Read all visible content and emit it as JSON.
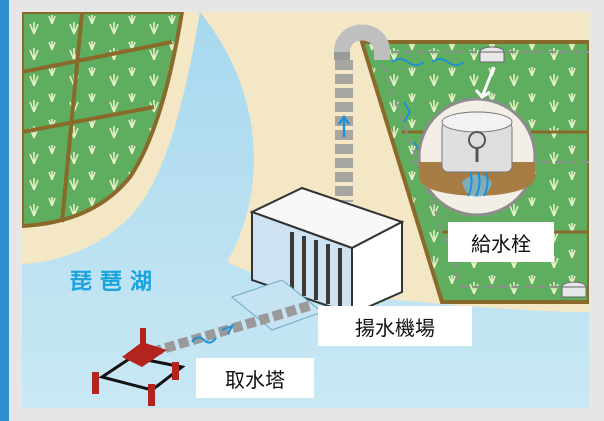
{
  "labels": {
    "lake": "琵琶湖",
    "pump_station": "揚水機場",
    "intake_tower": "取水塔",
    "hydrant": "給水栓"
  },
  "colors": {
    "accent_bar": "#2f8fd0",
    "lake_water": "#b9dff0",
    "rice_field": "#5fae5f",
    "field_border": "#8a6a2a",
    "sand": "#f3e7c6",
    "flow_arrow": "#1f8fd6",
    "tower": "#b3241f",
    "label_text": "#1aa3df"
  },
  "icons": [
    "pipe-elbow-icon",
    "pump-building-icon",
    "intake-tower-icon",
    "hydrant-valve-icon",
    "water-flow-arrow-icon"
  ]
}
